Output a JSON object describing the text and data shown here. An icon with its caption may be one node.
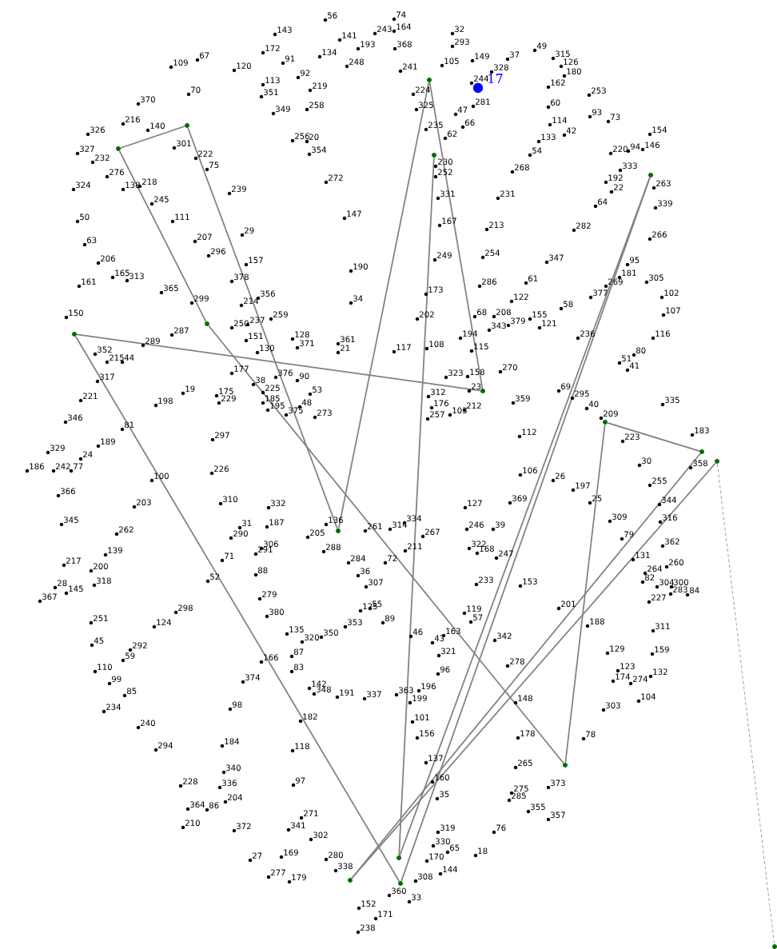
{
  "diagram": {
    "nodes": [
      {
        "text": [],
        "shape": "circle"
      },
      {
        "text": [],
        "shape": "circle"
      },
      {
        "text": [],
        "shape": "circle"
      },
      {
        "text": [],
        "shape": "circle"
      },
      {
        "text": [],
        "shape": "circle"
      },
      {
        "text": [],
        "shape": "circle"
      },
      {
        "text": [],
        "shape": "circle"
      },
      {
        "text": [],
        "shape": "circle"
      },
      {
        "text": [],
        "shape": "circle"
      },
      {
        "text": [],
        "shape": "circle"
      },
      {
        "text": [],
        "shape": "circle"
      },
      {
        "text": [],
        "shape": "circle"
      },
      {
        "text": [],
        "shape": "circle"
      },
      {
        "text": [],
        "shape": "circle"
      },
      {
        "text": [],
        "shape": "circle"
      },
      {
        "text": [],
        "shape": "circle"
      },
      {
        "text": [],
        "shape": "circle"
      }
    ],
    "edges": [
      {
        "from": 3,
        "to": 13,
        "arrow": "none"
      },
      {
        "from": 13,
        "to": 4,
        "arrow": "none"
      },
      {
        "from": 4,
        "to": 15,
        "arrow": "none"
      },
      {
        "from": 15,
        "to": 6,
        "arrow": "none"
      },
      {
        "from": 6,
        "to": 7,
        "arrow": "none"
      },
      {
        "from": 7,
        "to": 0,
        "arrow": "none"
      },
      {
        "from": 0,
        "to": 11,
        "arrow": "none"
      },
      {
        "from": 11,
        "to": 1,
        "arrow": "none"
      },
      {
        "from": 1,
        "to": 2,
        "arrow": "none"
      },
      {
        "from": 2,
        "to": 5,
        "arrow": "none"
      },
      {
        "from": 5,
        "to": 12,
        "arrow": "none"
      },
      {
        "from": 12,
        "to": 8,
        "arrow": "none"
      },
      {
        "from": 8,
        "to": 9,
        "arrow": "none"
      },
      {
        "from": 9,
        "to": 14,
        "arrow": "none"
      },
      {
        "from": 14,
        "to": 10,
        "arrow": "none"
      },
      {
        "from": 10,
        "to": 16,
        "arrow": "none",
        "style": "dashed"
      }
    ],
    "labels": [
      "56",
      "74",
      "143",
      "243",
      "164",
      "32",
      "141",
      "293",
      "172",
      "193",
      "368",
      "49",
      "67",
      "91",
      "134",
      "149",
      "37",
      "315",
      "109",
      "120",
      "248",
      "241",
      "105",
      "126",
      "92",
      "328",
      "180",
      "113",
      "244",
      "162",
      "70",
      "351",
      "219",
      "224",
      "17",
      "253",
      "370",
      "258",
      "325",
      "281",
      "60",
      "349",
      "47",
      "93",
      "216",
      "66",
      "114",
      "73",
      "326",
      "140",
      "235",
      "42",
      "154",
      "256",
      "20",
      "62",
      "133",
      "301",
      "94",
      "146",
      "327",
      "222",
      "354",
      "54",
      "220",
      "232",
      "230",
      "75",
      "268",
      "333",
      "276",
      "272",
      "252",
      "192",
      "324",
      "138",
      "218",
      "263",
      "239",
      "331",
      "231",
      "22",
      "245",
      "64",
      "339",
      "50",
      "111",
      "147",
      "167",
      "213",
      "282",
      "29",
      "266",
      "63",
      "207",
      "206",
      "296",
      "157",
      "249",
      "254",
      "347",
      "190",
      "95",
      "165",
      "181",
      "161",
      "313",
      "378",
      "286",
      "61",
      "269",
      "305",
      "365",
      "173",
      "299",
      "356",
      "34",
      "122",
      "377",
      "102",
      "214",
      "58",
      "150",
      "259",
      "202",
      "68",
      "208",
      "155",
      "107",
      "237",
      "379",
      "287",
      "250",
      "343",
      "121",
      "151",
      "128",
      "194",
      "236",
      "116",
      "289",
      "371",
      "361",
      "108",
      "115",
      "352",
      "130",
      "21",
      "117",
      "80",
      "215",
      "44",
      "51",
      "177",
      "270",
      "41",
      "317",
      "376",
      "90",
      "323",
      "158",
      "38",
      "221",
      "19",
      "175",
      "225",
      "53",
      "312",
      "23",
      "69",
      "295",
      "198",
      "229",
      "185",
      "48",
      "359",
      "335",
      "195",
      "375",
      "176",
      "103",
      "212",
      "40",
      "346",
      "273",
      "257",
      "209",
      "81",
      "112",
      "183",
      "189",
      "297",
      "223",
      "329",
      "24",
      "186",
      "242",
      "77",
      "30",
      "358",
      "226",
      "106",
      "100",
      "26",
      "255",
      "197",
      "366",
      "369",
      "25",
      "203",
      "310",
      "332",
      "127",
      "344",
      "345",
      "187",
      "136",
      "334",
      "309",
      "316",
      "262",
      "31",
      "261",
      "314",
      "246",
      "39",
      "290",
      "205",
      "267",
      "79",
      "306",
      "211",
      "322",
      "362",
      "139",
      "291",
      "288",
      "168",
      "247",
      "217",
      "71",
      "284",
      "72",
      "131",
      "260",
      "200",
      "88",
      "264",
      "52",
      "36",
      "82",
      "28",
      "318",
      "307",
      "233",
      "153",
      "304",
      "300",
      "145",
      "279",
      "283",
      "84",
      "367",
      "227",
      "298",
      "125",
      "55",
      "119",
      "201",
      "251",
      "380",
      "89",
      "57",
      "124",
      "353",
      "188",
      "311",
      "135",
      "350",
      "46",
      "163",
      "45",
      "320",
      "43",
      "342",
      "292",
      "129",
      "159",
      "59",
      "166",
      "87",
      "321",
      "110",
      "83",
      "96",
      "278",
      "123",
      "132",
      "99",
      "374",
      "174",
      "274",
      "142",
      "348",
      "363",
      "196",
      "85",
      "191",
      "337",
      "199",
      "148",
      "104",
      "234",
      "98",
      "303",
      "182",
      "101",
      "240",
      "156",
      "178",
      "78",
      "294",
      "184",
      "118",
      "137",
      "340",
      "265",
      "160",
      "228",
      "336",
      "97",
      "373",
      "35",
      "275",
      "204",
      "285",
      "364",
      "86",
      "355",
      "271",
      "357",
      "210",
      "372",
      "341",
      "319",
      "76",
      "302",
      "330",
      "65",
      "27",
      "169",
      "280",
      "170",
      "18",
      "338",
      "277",
      "144",
      "179",
      "308",
      "360",
      "33",
      "152",
      "171",
      "238"
    ]
  }
}
